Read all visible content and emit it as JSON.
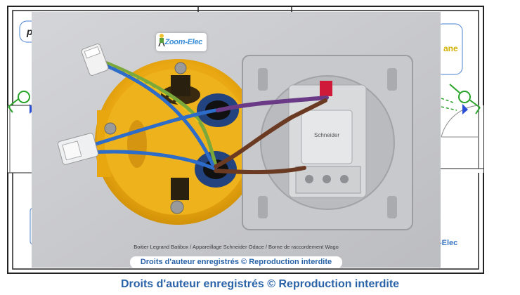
{
  "logo": {
    "text": "Zoom-Elec"
  },
  "photo": {
    "caption": "Boitier Legrand Batibox / Appareillage Schneider Odace / Borne de raccordement Wago",
    "copyright_overlay": "Droits d'auteur enregistrés © Reproduction interdite"
  },
  "plan": {
    "partial_label_right": "ane",
    "partial_label_left": "p",
    "partial_label_bottom": "-Elec"
  },
  "footer": {
    "copyright": "Droits d'auteur enregistrés © Reproduction interdite"
  },
  "colors": {
    "accent_blue": "#2a63a8",
    "box_yellow": "#f2b51a",
    "wire_blue": "#2e6cc9",
    "wire_brown": "#6b3a22",
    "wire_violet": "#6a3a86",
    "wire_green_yellow": "#7aa83a"
  }
}
